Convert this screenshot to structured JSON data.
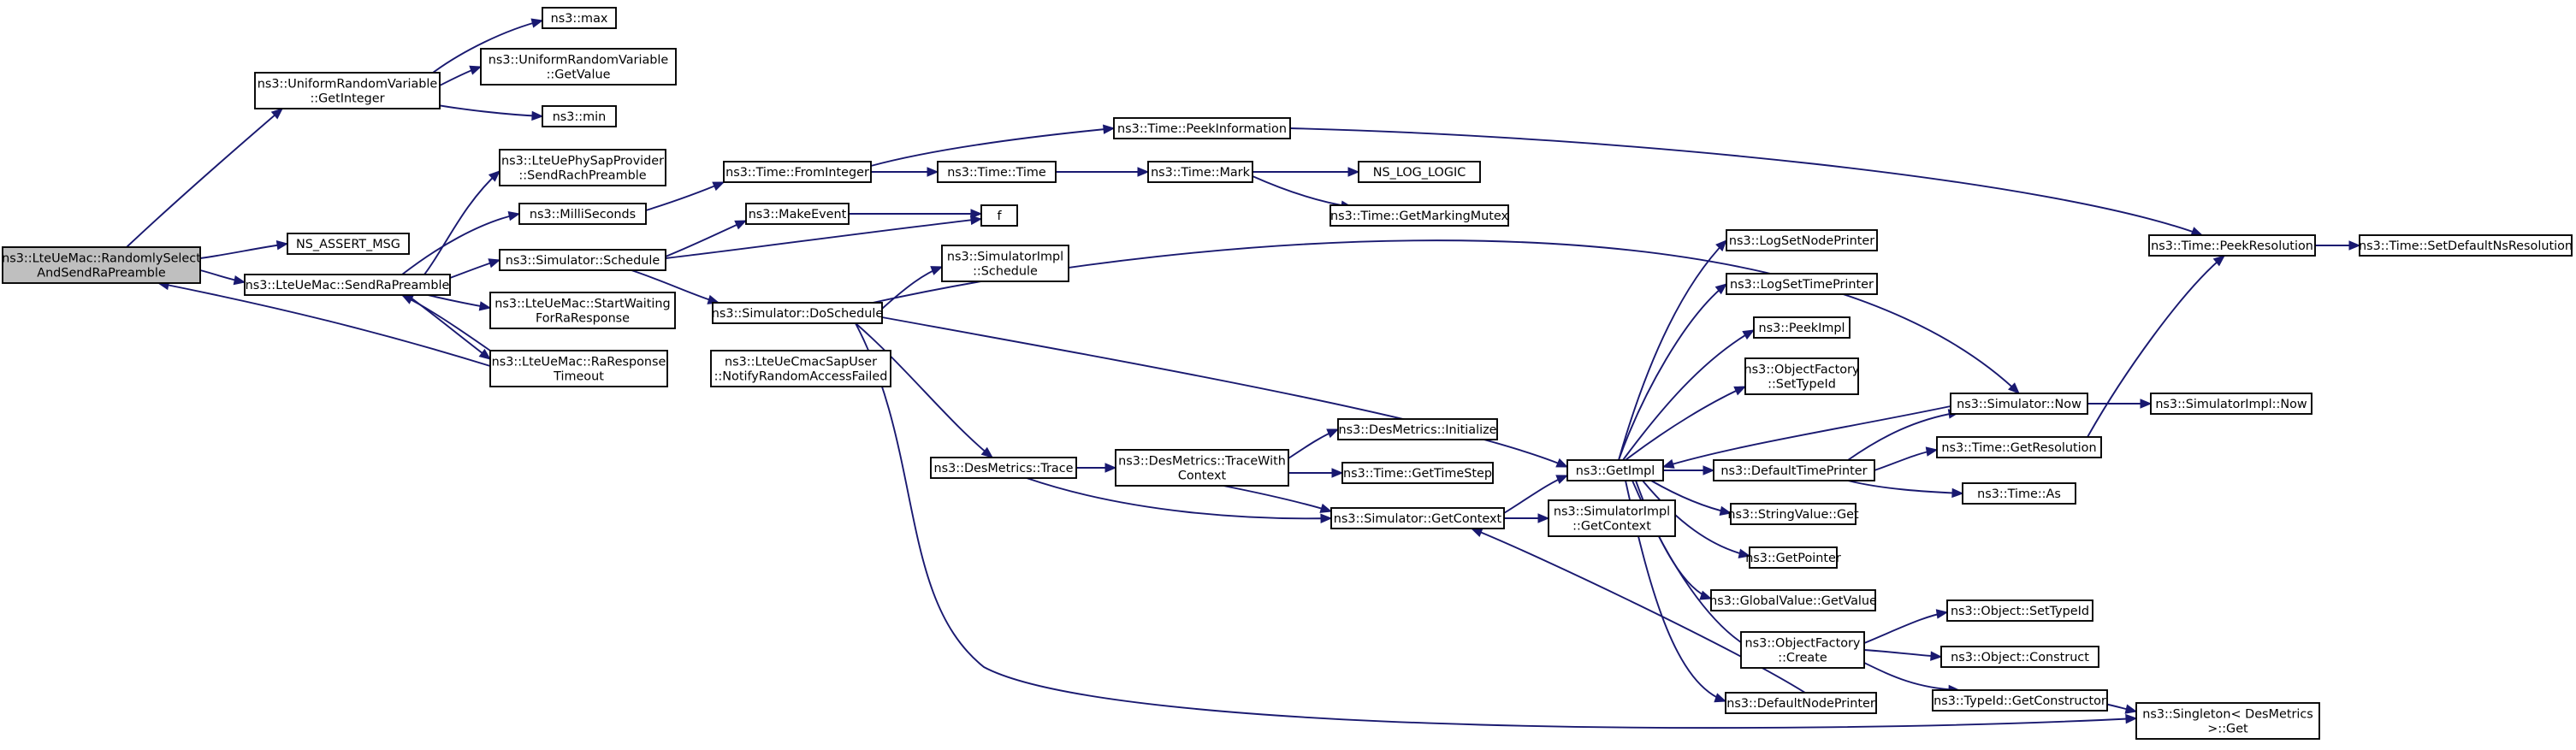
{
  "graph": {
    "nodes": {
      "root": {
        "lines": [
          "ns3::LteUeMac::RandomlySelect",
          "AndSendRaPreamble"
        ],
        "style": "root"
      },
      "uniGetInt": {
        "lines": [
          "ns3::UniformRandomVariable",
          "::GetInteger"
        ]
      },
      "max": {
        "lines": [
          "ns3::max"
        ]
      },
      "uniGetVal": {
        "lines": [
          "ns3::UniformRandomVariable",
          "::GetValue"
        ]
      },
      "min": {
        "lines": [
          "ns3::min"
        ]
      },
      "assert": {
        "lines": [
          "NS_ASSERT_MSG"
        ]
      },
      "sendRa": {
        "lines": [
          "ns3::LteUeMac::SendRaPreamble"
        ]
      },
      "phySap": {
        "lines": [
          "ns3::LteUePhySapProvider",
          "::SendRachPreamble"
        ]
      },
      "milli": {
        "lines": [
          "ns3::MilliSeconds"
        ]
      },
      "simSched": {
        "lines": [
          "ns3::Simulator::Schedule"
        ]
      },
      "startWait": {
        "lines": [
          "ns3::LteUeMac::StartWaiting",
          "ForRaResponse"
        ]
      },
      "raTimeout": {
        "lines": [
          "ns3::LteUeMac::RaResponse",
          "Timeout"
        ]
      },
      "cmacSap": {
        "lines": [
          "ns3::LteUeCmacSapUser",
          "::NotifyRandomAccessFailed"
        ]
      },
      "fromInt": {
        "lines": [
          "ns3::Time::FromInteger"
        ]
      },
      "makeEvent": {
        "lines": [
          "ns3::MakeEvent"
        ]
      },
      "f": {
        "lines": [
          "f"
        ]
      },
      "doSched": {
        "lines": [
          "ns3::Simulator::DoSchedule"
        ]
      },
      "implSched": {
        "lines": [
          "ns3::SimulatorImpl",
          "::Schedule"
        ]
      },
      "peekInfo": {
        "lines": [
          "ns3::Time::PeekInformation"
        ]
      },
      "timeTime": {
        "lines": [
          "ns3::Time::Time"
        ]
      },
      "mark": {
        "lines": [
          "ns3::Time::Mark"
        ]
      },
      "nslog": {
        "lines": [
          "NS_LOG_LOGIC"
        ]
      },
      "markMutex": {
        "lines": [
          "ns3::Time::GetMarkingMutex"
        ]
      },
      "desTrace": {
        "lines": [
          "ns3::DesMetrics::Trace"
        ]
      },
      "desTraceCtx": {
        "lines": [
          "ns3::DesMetrics::TraceWith",
          "Context"
        ]
      },
      "desInit": {
        "lines": [
          "ns3::DesMetrics::Initialize"
        ],
        "style": "red"
      },
      "getTimeStep": {
        "lines": [
          "ns3::Time::GetTimeStep"
        ]
      },
      "getContext": {
        "lines": [
          "ns3::Simulator::GetContext"
        ]
      },
      "implGetCtx": {
        "lines": [
          "ns3::SimulatorImpl",
          "::GetContext"
        ]
      },
      "getImpl": {
        "lines": [
          "ns3::GetImpl"
        ]
      },
      "logNode": {
        "lines": [
          "ns3::LogSetNodePrinter"
        ]
      },
      "logTime": {
        "lines": [
          "ns3::LogSetTimePrinter"
        ],
        "style": "red"
      },
      "peekImpl": {
        "lines": [
          "ns3::PeekImpl"
        ]
      },
      "ofSetType": {
        "lines": [
          "ns3::ObjectFactory",
          "::SetTypeId"
        ],
        "style": "red"
      },
      "defTimePr": {
        "lines": [
          "ns3::DefaultTimePrinter"
        ]
      },
      "strGet": {
        "lines": [
          "ns3::StringValue::Get"
        ]
      },
      "getPointer": {
        "lines": [
          "ns3::GetPointer"
        ],
        "style": "red"
      },
      "globalGet": {
        "lines": [
          "ns3::GlobalValue::GetValue"
        ],
        "style": "red"
      },
      "ofCreate": {
        "lines": [
          "ns3::ObjectFactory",
          "::Create"
        ]
      },
      "defNodePr": {
        "lines": [
          "ns3::DefaultNodePrinter"
        ]
      },
      "simNow": {
        "lines": [
          "ns3::Simulator::Now"
        ]
      },
      "implNow": {
        "lines": [
          "ns3::SimulatorImpl::Now"
        ]
      },
      "getRes": {
        "lines": [
          "ns3::Time::GetResolution"
        ]
      },
      "timeAs": {
        "lines": [
          "ns3::Time::As"
        ]
      },
      "peekRes": {
        "lines": [
          "ns3::Time::PeekResolution"
        ]
      },
      "setDefNs": {
        "lines": [
          "ns3::Time::SetDefaultNsResolution"
        ],
        "style": "red"
      },
      "objSetType": {
        "lines": [
          "ns3::Object::SetTypeId"
        ],
        "style": "red"
      },
      "objConstruct": {
        "lines": [
          "ns3::Object::Construct"
        ],
        "style": "red"
      },
      "typeGetCtor": {
        "lines": [
          "ns3::TypeId::GetConstructor"
        ],
        "style": "red"
      },
      "singleton": {
        "lines": [
          "ns3::Singleton< DesMetrics",
          " >::Get"
        ]
      }
    },
    "colors": {
      "edge": "#191970",
      "node_border": "#000000",
      "node_border_red": "#ff0000",
      "root_fill": "#bfbfbf",
      "node_fill": "#ffffff",
      "text": "#000000"
    }
  }
}
